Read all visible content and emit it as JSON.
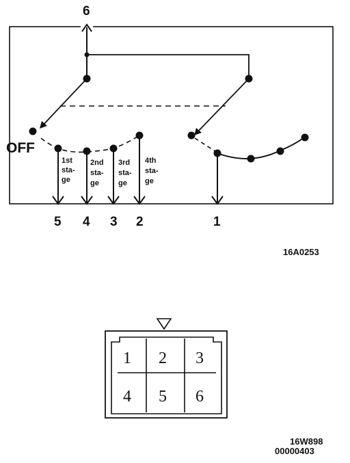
{
  "schematic": {
    "terminals": {
      "t6": "6",
      "t5": "5",
      "t4": "4",
      "t3": "3",
      "t2": "2",
      "t1": "1"
    },
    "off_label": "OFF",
    "stages": {
      "s1": [
        "1st",
        "sta-",
        "ge"
      ],
      "s2": [
        "2nd",
        "sta-",
        "ge"
      ],
      "s3": [
        "3rd",
        "sta-",
        "ge"
      ],
      "s4": [
        "4th",
        "sta-",
        "ge"
      ]
    },
    "figure_code": "16A0253"
  },
  "connector": {
    "pins": [
      "1",
      "2",
      "3",
      "4",
      "5",
      "6"
    ],
    "figure_code": "16W898",
    "doc_number": "00000403"
  }
}
